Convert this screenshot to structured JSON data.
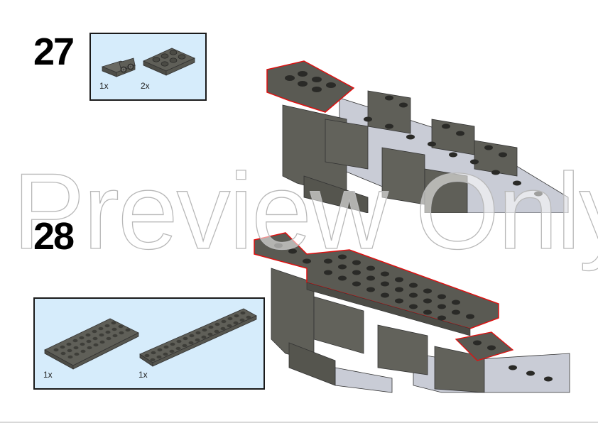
{
  "page": {
    "watermark": "Preview Only",
    "colors": {
      "parts_box_bg": "#d6ecfb",
      "brick_dark_gray": "#5f5f58",
      "brick_light_gray": "#c9ccd6",
      "highlight_outline": "#e01010"
    }
  },
  "steps": [
    {
      "number": "27",
      "parts": [
        {
          "name": "bracket-1x2-2x2",
          "qty": "1x",
          "color": "dark-bluish-gray"
        },
        {
          "name": "plate-2x3",
          "qty": "2x",
          "color": "dark-bluish-gray"
        }
      ]
    },
    {
      "number": "28",
      "parts": [
        {
          "name": "plate-4x10",
          "qty": "1x",
          "color": "dark-bluish-gray"
        },
        {
          "name": "plate-2x16",
          "qty": "1x",
          "color": "dark-bluish-gray"
        }
      ]
    }
  ]
}
